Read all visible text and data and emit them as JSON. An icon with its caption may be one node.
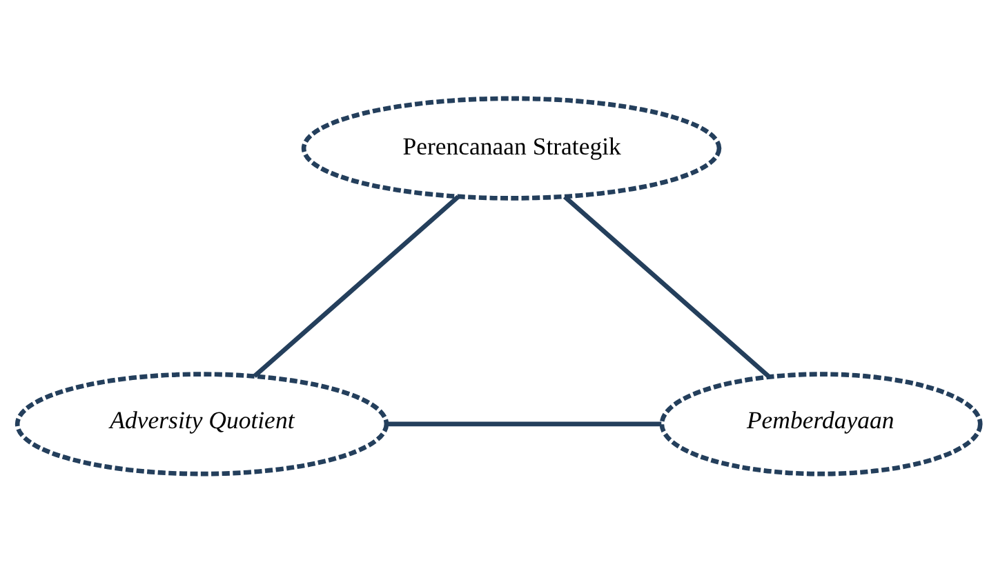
{
  "diagram": {
    "nodes": [
      {
        "text": [
          "Perencanaan Strategik"
        ]
      },
      {
        "text": [
          "Adversity Quotient"
        ]
      },
      {
        "text": [
          "Pemberdayaan"
        ]
      }
    ],
    "edges": [
      {
        "from": 0,
        "to": 1,
        "arrow": "none"
      },
      {
        "from": 1,
        "to": 2,
        "arrow": "none"
      },
      {
        "from": 2,
        "to": 0,
        "arrow": "none"
      }
    ]
  }
}
